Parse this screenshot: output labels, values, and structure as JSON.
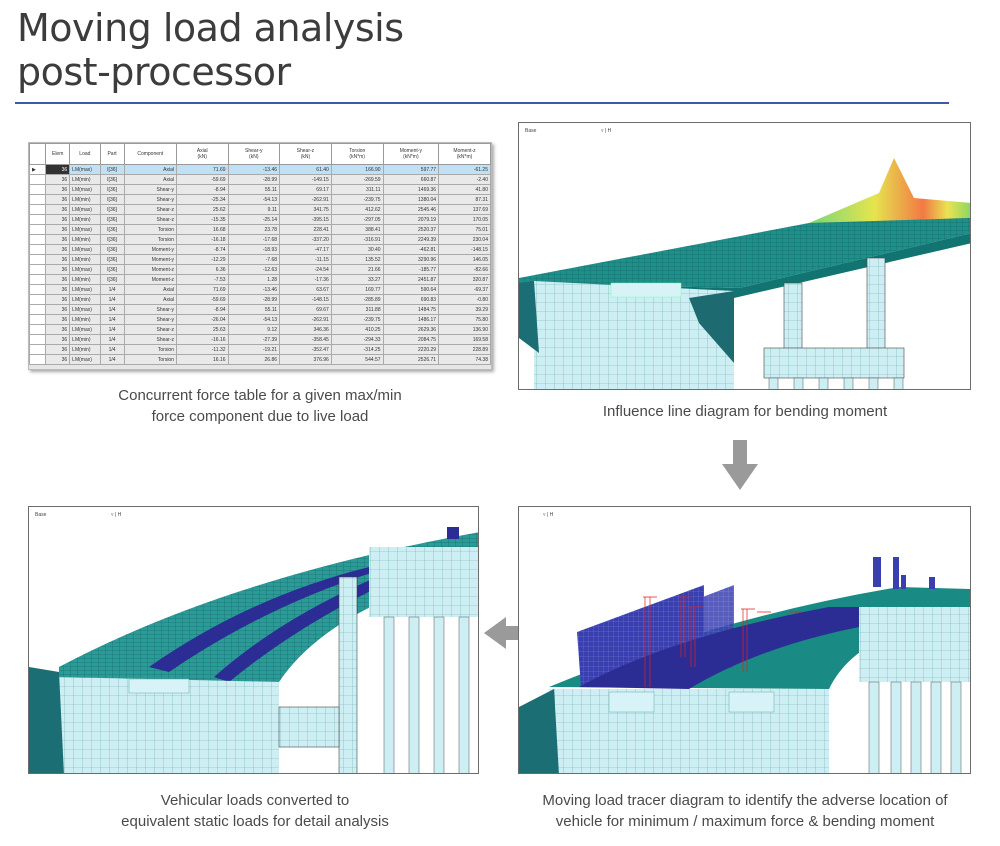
{
  "title_lines": [
    "Moving load analysis",
    "post-processor"
  ],
  "table": {
    "headers": [
      "",
      "Elem",
      "Load",
      "Part",
      "Component",
      "Axial\n(kN)",
      "Shear-y\n(kN)",
      "Shear-z\n(kN)",
      "Torsion\n(kN*m)",
      "Moment-y\n(kN*m)",
      "Moment-z\n(kN*m)"
    ],
    "rows": [
      [
        "36",
        "LM(max)",
        "I[36]",
        "Axial",
        "71.69",
        "-13.46",
        "61.40",
        "166.90",
        "597.77",
        "-61.25"
      ],
      [
        "36",
        "LM(min)",
        "I[36]",
        "Axial",
        "-59.69",
        "-28.99",
        "-149.15",
        "-269.59",
        "660.87",
        "-2.40"
      ],
      [
        "36",
        "LM(max)",
        "I[36]",
        "Shear-y",
        "-8.94",
        "55.11",
        "69.17",
        "311.11",
        "1469.36",
        "41.80"
      ],
      [
        "36",
        "LM(min)",
        "I[36]",
        "Shear-y",
        "-25.34",
        "-54.13",
        "-262.91",
        "-239.75",
        "1380.04",
        "87.31"
      ],
      [
        "36",
        "LM(max)",
        "I[36]",
        "Shear-z",
        "25.62",
        "9.11",
        "341.75",
        "412.62",
        "2545.46",
        "137.69"
      ],
      [
        "36",
        "LM(min)",
        "I[36]",
        "Shear-z",
        "-15.35",
        "-25.14",
        "-395.15",
        "-297.05",
        "2079.19",
        "170.05"
      ],
      [
        "36",
        "LM(max)",
        "I[36]",
        "Torsion",
        "16.68",
        "23.78",
        "228.41",
        "388.41",
        "2520.37",
        "75.01"
      ],
      [
        "36",
        "LM(min)",
        "I[36]",
        "Torsion",
        "-16.18",
        "-17.68",
        "-337.20",
        "-316.91",
        "2249.39",
        "230.04"
      ],
      [
        "36",
        "LM(max)",
        "I[36]",
        "Moment-y",
        "-8.74",
        "-18.93",
        "-47.17",
        "30.40",
        "-462.81",
        "-148.15"
      ],
      [
        "36",
        "LM(min)",
        "I[36]",
        "Moment-y",
        "-12.29",
        "-7.68",
        "-11.15",
        "135.52",
        "3290.96",
        "146.05"
      ],
      [
        "36",
        "LM(max)",
        "I[36]",
        "Moment-z",
        "6.36",
        "-12.63",
        "-24.54",
        "21.66",
        "-185.77",
        "-82.66"
      ],
      [
        "36",
        "LM(min)",
        "I[36]",
        "Moment-z",
        "-7.53",
        "1.28",
        "-17.36",
        "33.27",
        "2451.87",
        "320.87"
      ],
      [
        "36",
        "LM(max)",
        "1/4",
        "Axial",
        "71.69",
        "-13.46",
        "63.67",
        "169.77",
        "590.64",
        "-69.37"
      ],
      [
        "36",
        "LM(min)",
        "1/4",
        "Axial",
        "-59.69",
        "-28.99",
        "-148.15",
        "-285.89",
        "690.83",
        "-0.80"
      ],
      [
        "36",
        "LM(max)",
        "1/4",
        "Shear-y",
        "-8.94",
        "55.11",
        "69.67",
        "311.88",
        "1484.75",
        "39.29"
      ],
      [
        "36",
        "LM(min)",
        "1/4",
        "Shear-y",
        "-26.04",
        "-54.13",
        "-262.91",
        "-239.75",
        "1486.17",
        "75.80"
      ],
      [
        "36",
        "LM(max)",
        "1/4",
        "Shear-z",
        "25.63",
        "9.12",
        "346.36",
        "410.25",
        "2629.36",
        "136.90"
      ],
      [
        "36",
        "LM(min)",
        "1/4",
        "Shear-z",
        "-16.16",
        "-27.39",
        "-358.45",
        "-294.33",
        "2084.75",
        "169.58"
      ],
      [
        "36",
        "LM(min)",
        "1/4",
        "Torsion",
        "-11.32",
        "-19.21",
        "-352.47",
        "-314.25",
        "2220.29",
        "228.89"
      ],
      [
        "36",
        "LM(max)",
        "1/4",
        "Torsion",
        "16.16",
        "26.86",
        "376.96",
        "544.57",
        "2526.71",
        "74.38"
      ]
    ]
  },
  "captions": {
    "table": [
      "Concurrent force table for a given max/min",
      "force component due to live load"
    ],
    "influence": "Influence line diagram for bending moment",
    "static": [
      "Vehicular loads converted to",
      "equivalent static loads for detail analysis"
    ],
    "tracer": [
      "Moving load tracer diagram to identify the adverse location of",
      "vehicle for minimum / maximum force & bending moment"
    ]
  },
  "toolbar": {
    "base_label": "Base",
    "toggle_label": "▿ | H"
  },
  "colors": {
    "rule": "#3c5aa6",
    "deck": "#1f8a86",
    "pier": "#c9eef2",
    "load": "#3a3fb0",
    "tracer": "#e02020",
    "arrow": "#9a9a9a"
  }
}
